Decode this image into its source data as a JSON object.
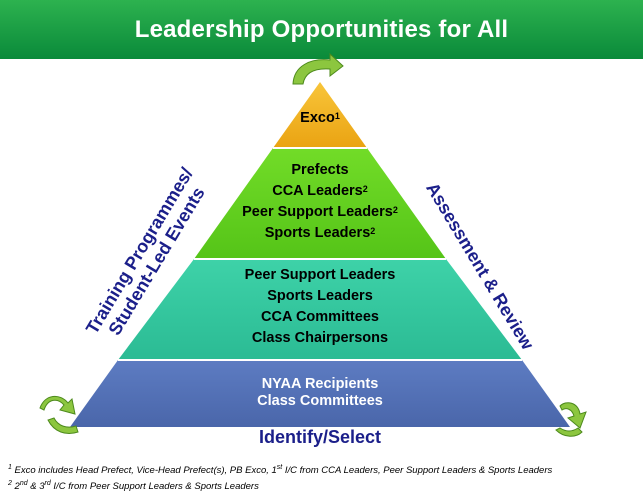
{
  "title": "Leadership Opportunities for All",
  "tiers": {
    "t1": {
      "line1": "Exco",
      "sup1": "1"
    },
    "t2": {
      "line1": "Prefects",
      "line2": "CCA Leaders",
      "sup2": "2",
      "line3": "Peer Support Leaders",
      "sup3": "2",
      "line4": "Sports Leaders",
      "sup4": "2"
    },
    "t3": {
      "line1": "Peer Support Leaders",
      "line2": "Sports Leaders",
      "line3": "CCA Committees",
      "line4": "Class Chairpersons"
    },
    "t4": {
      "line1": "NYAA Recipients",
      "line2": "Class Committees"
    }
  },
  "sides": {
    "left_line1": "Training Programmes/",
    "left_line2": "Student-Led Events",
    "right": "Assessment & Review",
    "bottom": "Identify/Select"
  },
  "footnotes": {
    "f1_num": "1",
    "f1_text": "Exco includes Head Prefect, Vice-Head Prefect(s), PB Exco, 1",
    "f1_sup": "st",
    "f1_rest": " I/C from CCA Leaders, Peer Support Leaders & Sports Leaders",
    "f2_num": "2",
    "f2_a": "2",
    "f2_a_sup": "nd",
    "f2_mid": " & 3",
    "f2_b_sup": "rd",
    "f2_rest": " I/C from Peer Support Leaders & Sports Leaders"
  },
  "colors": {
    "title_bg": "#13993f",
    "tier1": "#f4b41a",
    "tier2": "#66d41e",
    "tier3": "#34c9a0",
    "tier4": "#5572b8",
    "side_text": "#1b1f8a",
    "arrow": "#8cc63f"
  }
}
